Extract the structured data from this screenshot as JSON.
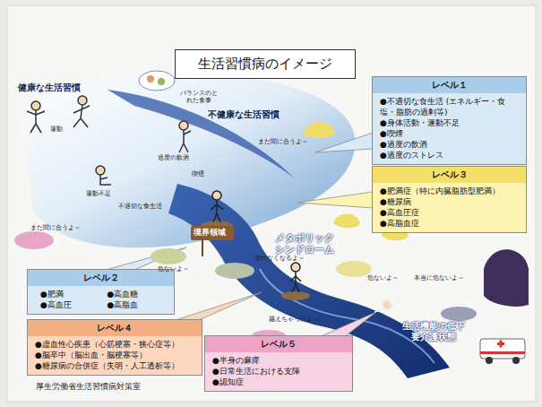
{
  "diagram": {
    "title": "生活習慣病のイメージ",
    "nodes": [
      {
        "text": [
          "レベル１",
          "●不適切な食生活 (エネルギー・食塩・脂肪の過剰等)",
          "●身体活動・運動不足",
          "●喫煙",
          "●過度の飲酒",
          "●過度のストレス"
        ]
      },
      {
        "text": [
          "レベル３",
          "●肥満症（特に内臓脂肪型肥満）",
          "●糖尿病",
          "●高血圧症",
          "●高脂血症"
        ]
      },
      {
        "text": [
          "レベル２",
          "●肥満",
          "●高血糖",
          "●高血圧",
          "●高脂血"
        ]
      },
      {
        "text": [
          "レベル４",
          "●虚血性心疾患（心筋梗塞・狭心症等）",
          "●脳卒中（脳出血・脳梗塞等）",
          "●糖尿病の合併症（失明・人工透析等）"
        ]
      },
      {
        "text": [
          "レベル５",
          "●半身の麻痺",
          "●日常生活における支障",
          "●認知症"
        ]
      }
    ],
    "labels": [
      "健康な生活習慣",
      "バランスのとれた食事",
      "運動",
      "不健康な生活習慣",
      "過度の飲酒",
      "運動不足",
      "喫煙",
      "不適切な食生活",
      "まだ間に合うよ～",
      "まだ間に合うよ～",
      "境界領域",
      "メタボリック シンドローム",
      "危ないよ～",
      "危ないよ～",
      "戻れなくなるよ～",
      "越えちゃったよ～",
      "本当に危ないよ～",
      "生活機能の低下 要介護状態",
      "厚生労働省生活習慣病対策室"
    ]
  }
}
